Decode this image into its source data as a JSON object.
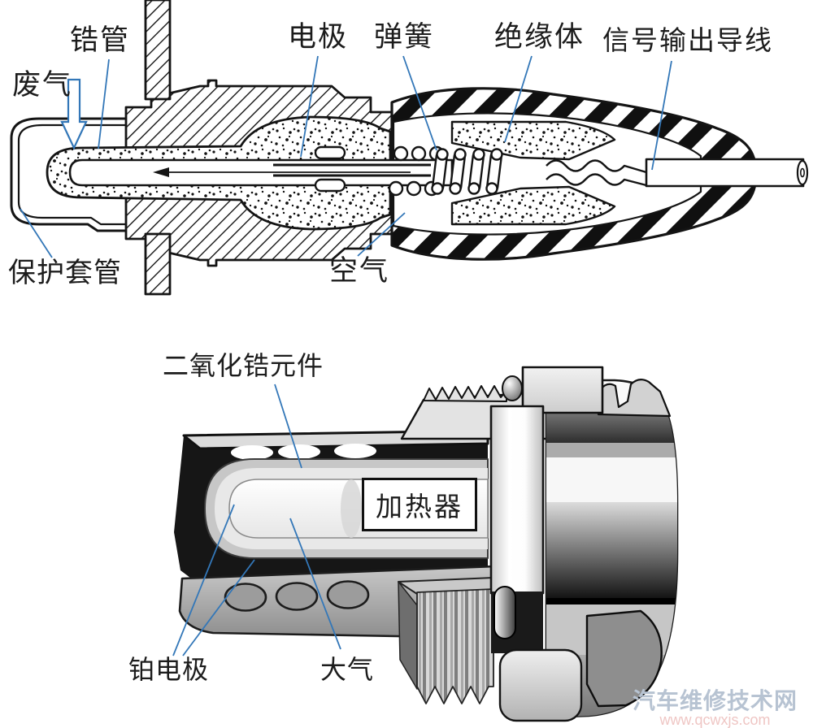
{
  "figure": {
    "subject": "zirconia-oxygen-sensor-cross-sections",
    "top_diagram": {
      "labels": {
        "zr_tube": "锆管",
        "exhaust": "废气",
        "electrode": "电极",
        "spring": "弹簧",
        "insulator": "绝缘体",
        "signal_wire": "信号输出导线",
        "sleeve": "保护套管",
        "air": "空气"
      }
    },
    "bottom_diagram": {
      "labels": {
        "zro2_element": "二氧化锆元件",
        "heater": "加热器",
        "pt_electrode": "铂电极",
        "atmosphere": "大气"
      }
    },
    "watermark": {
      "site_name": "汽车维修技术网",
      "site_url": "www.qcwxjs.com"
    },
    "colors": {
      "line": "#141414",
      "leader_blue": "#3377b8",
      "watermark_name": "#b7c3d2",
      "watermark_url": "#efc6c4"
    }
  }
}
